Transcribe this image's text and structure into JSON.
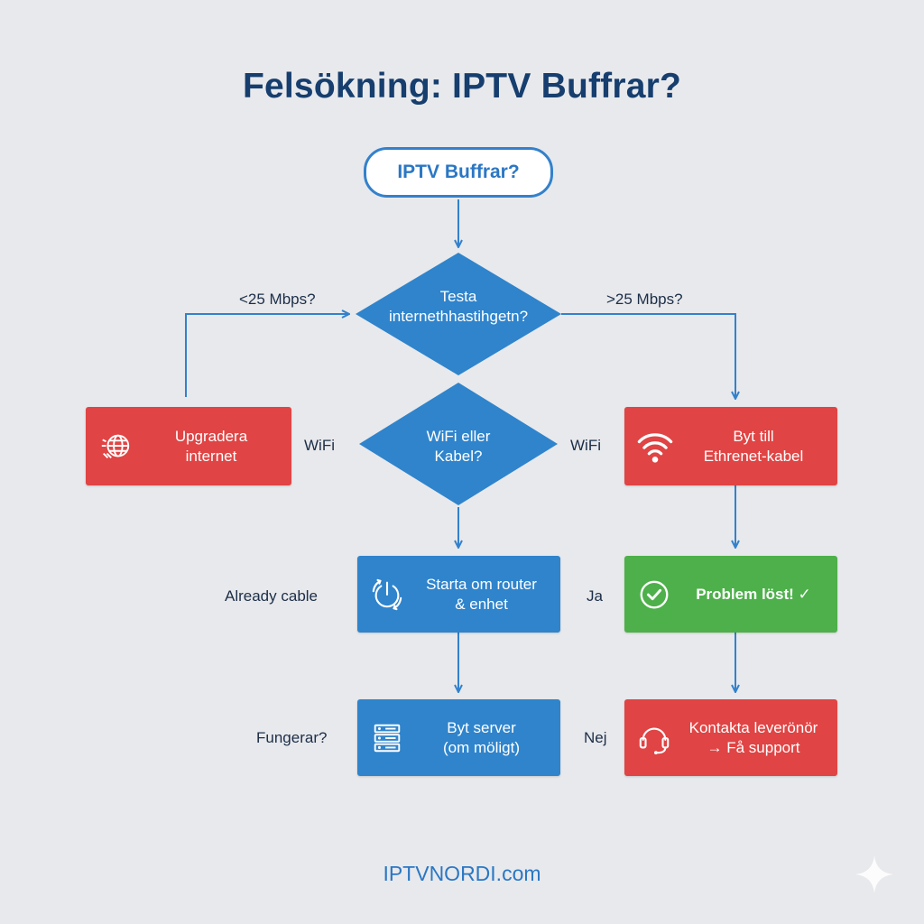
{
  "title": "Felsökning: IPTV Buffrar?",
  "start": {
    "label": "IPTV Buffrar?"
  },
  "decision_speed": {
    "line1": "Testa",
    "line2": "internethhastihgetn?"
  },
  "decision_connection": {
    "line1": "WiFi eller",
    "line2": "Kabel?"
  },
  "edge_labels": {
    "left_speed": "<25 Mbps?",
    "right_speed": ">25 Mbps?",
    "left_wifi": "WiFi",
    "right_wifi": "WiFi",
    "already_cable": "Already cable",
    "ja": "Ja",
    "fungerar": "Fungerar?",
    "nej": "Nej"
  },
  "nodes": {
    "upgrade": {
      "line1": "Upgradera",
      "line2": "internet",
      "icon": "globe-icon"
    },
    "ethernet": {
      "line1": "Byt till",
      "line2": "Ethrenet-kabel",
      "icon": "wifi-icon"
    },
    "restart": {
      "line1": "Starta om router",
      "line2": "& enhet",
      "icon": "restart-icon"
    },
    "solved": {
      "line1": "Problem löst! ✓",
      "icon": "check-circle-icon"
    },
    "server": {
      "line1": "Byt server",
      "line2": "(om möligt)",
      "icon": "server-icon"
    },
    "support": {
      "line1": "Kontakta leverönör",
      "line2": "→ Få support",
      "icon": "headset-icon"
    }
  },
  "footer": "IPTVNORDI.com",
  "colors": {
    "background": "#e8e9ec",
    "title": "#163e6e",
    "blue": "#2f84cc",
    "red": "#e04444",
    "green": "#4db04a",
    "connector": "#3381cc"
  }
}
